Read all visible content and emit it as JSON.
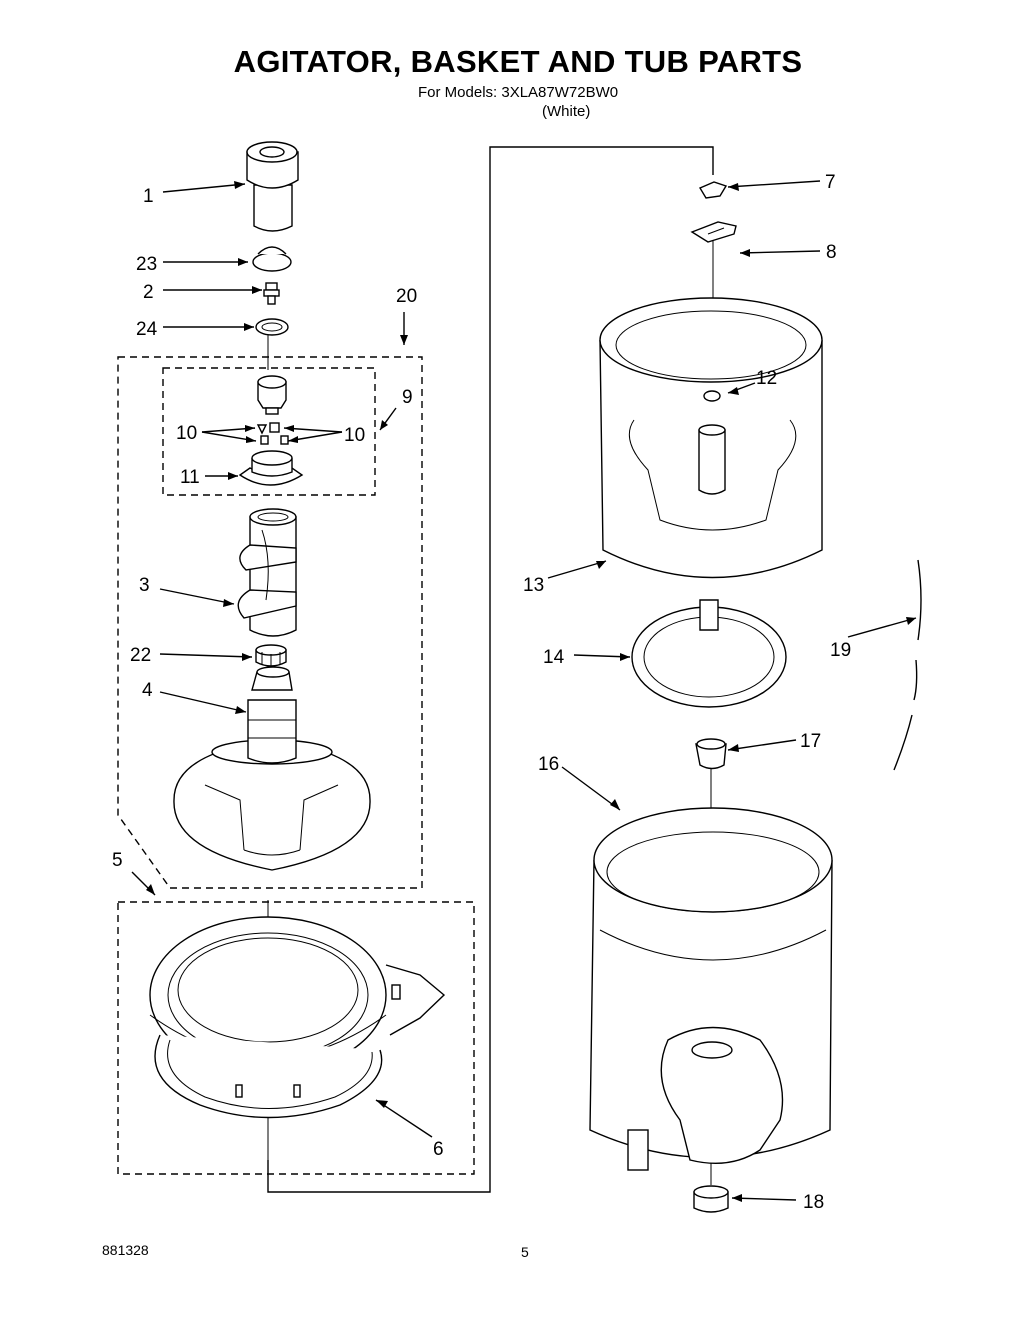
{
  "title": "AGITATOR, BASKET AND TUB PARTS",
  "models_line": "For Models: 3XLA87W72BW0",
  "color_line": "(White)",
  "footer_code": "881328",
  "page_number": "5",
  "callouts": {
    "c1": "1",
    "c2": "2",
    "c3": "3",
    "c4": "4",
    "c5": "5",
    "c6": "6",
    "c7": "7",
    "c8": "8",
    "c9": "9",
    "c10a": "10",
    "c10b": "10",
    "c11": "11",
    "c12": "12",
    "c13": "13",
    "c14": "14",
    "c16": "16",
    "c17": "17",
    "c18": "18",
    "c19": "19",
    "c20": "20",
    "c22": "22",
    "c23": "23",
    "c24": "24"
  }
}
